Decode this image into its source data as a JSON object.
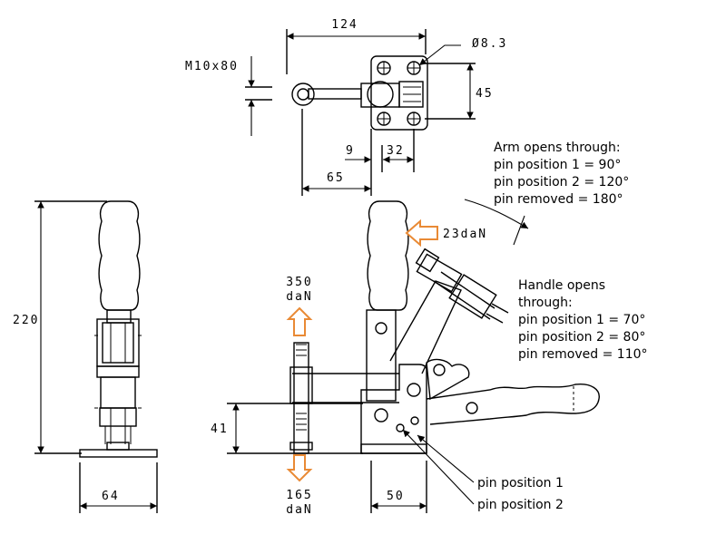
{
  "dimensions": {
    "top_width": "124",
    "hole_diameter": "Ø8.3",
    "screw": "M10x80",
    "base_height": "45",
    "offset_9": "9",
    "offset_32": "32",
    "offset_65": "65",
    "total_height": "220",
    "base_width": "64",
    "spindle_height": "41",
    "side_base": "50"
  },
  "forces": {
    "handle_force": "23daN",
    "holding_up_value": "350",
    "holding_up_unit": "daN",
    "holding_down_value": "165",
    "holding_down_unit": "daN"
  },
  "notes": {
    "arm_lines": [
      "Arm opens through:",
      "pin position 1 = 90°",
      "pin position 2 = 120°",
      "pin removed  = 180°"
    ],
    "handle_lines": [
      "Handle opens",
      "through:",
      "pin position 1 = 70°",
      "pin position 2 = 80°",
      "pin removed  = 110°"
    ],
    "pin1": "pin position 1",
    "pin2": "pin position 2"
  },
  "colors": {
    "line": "#000000",
    "arrow": "#e98a35"
  }
}
